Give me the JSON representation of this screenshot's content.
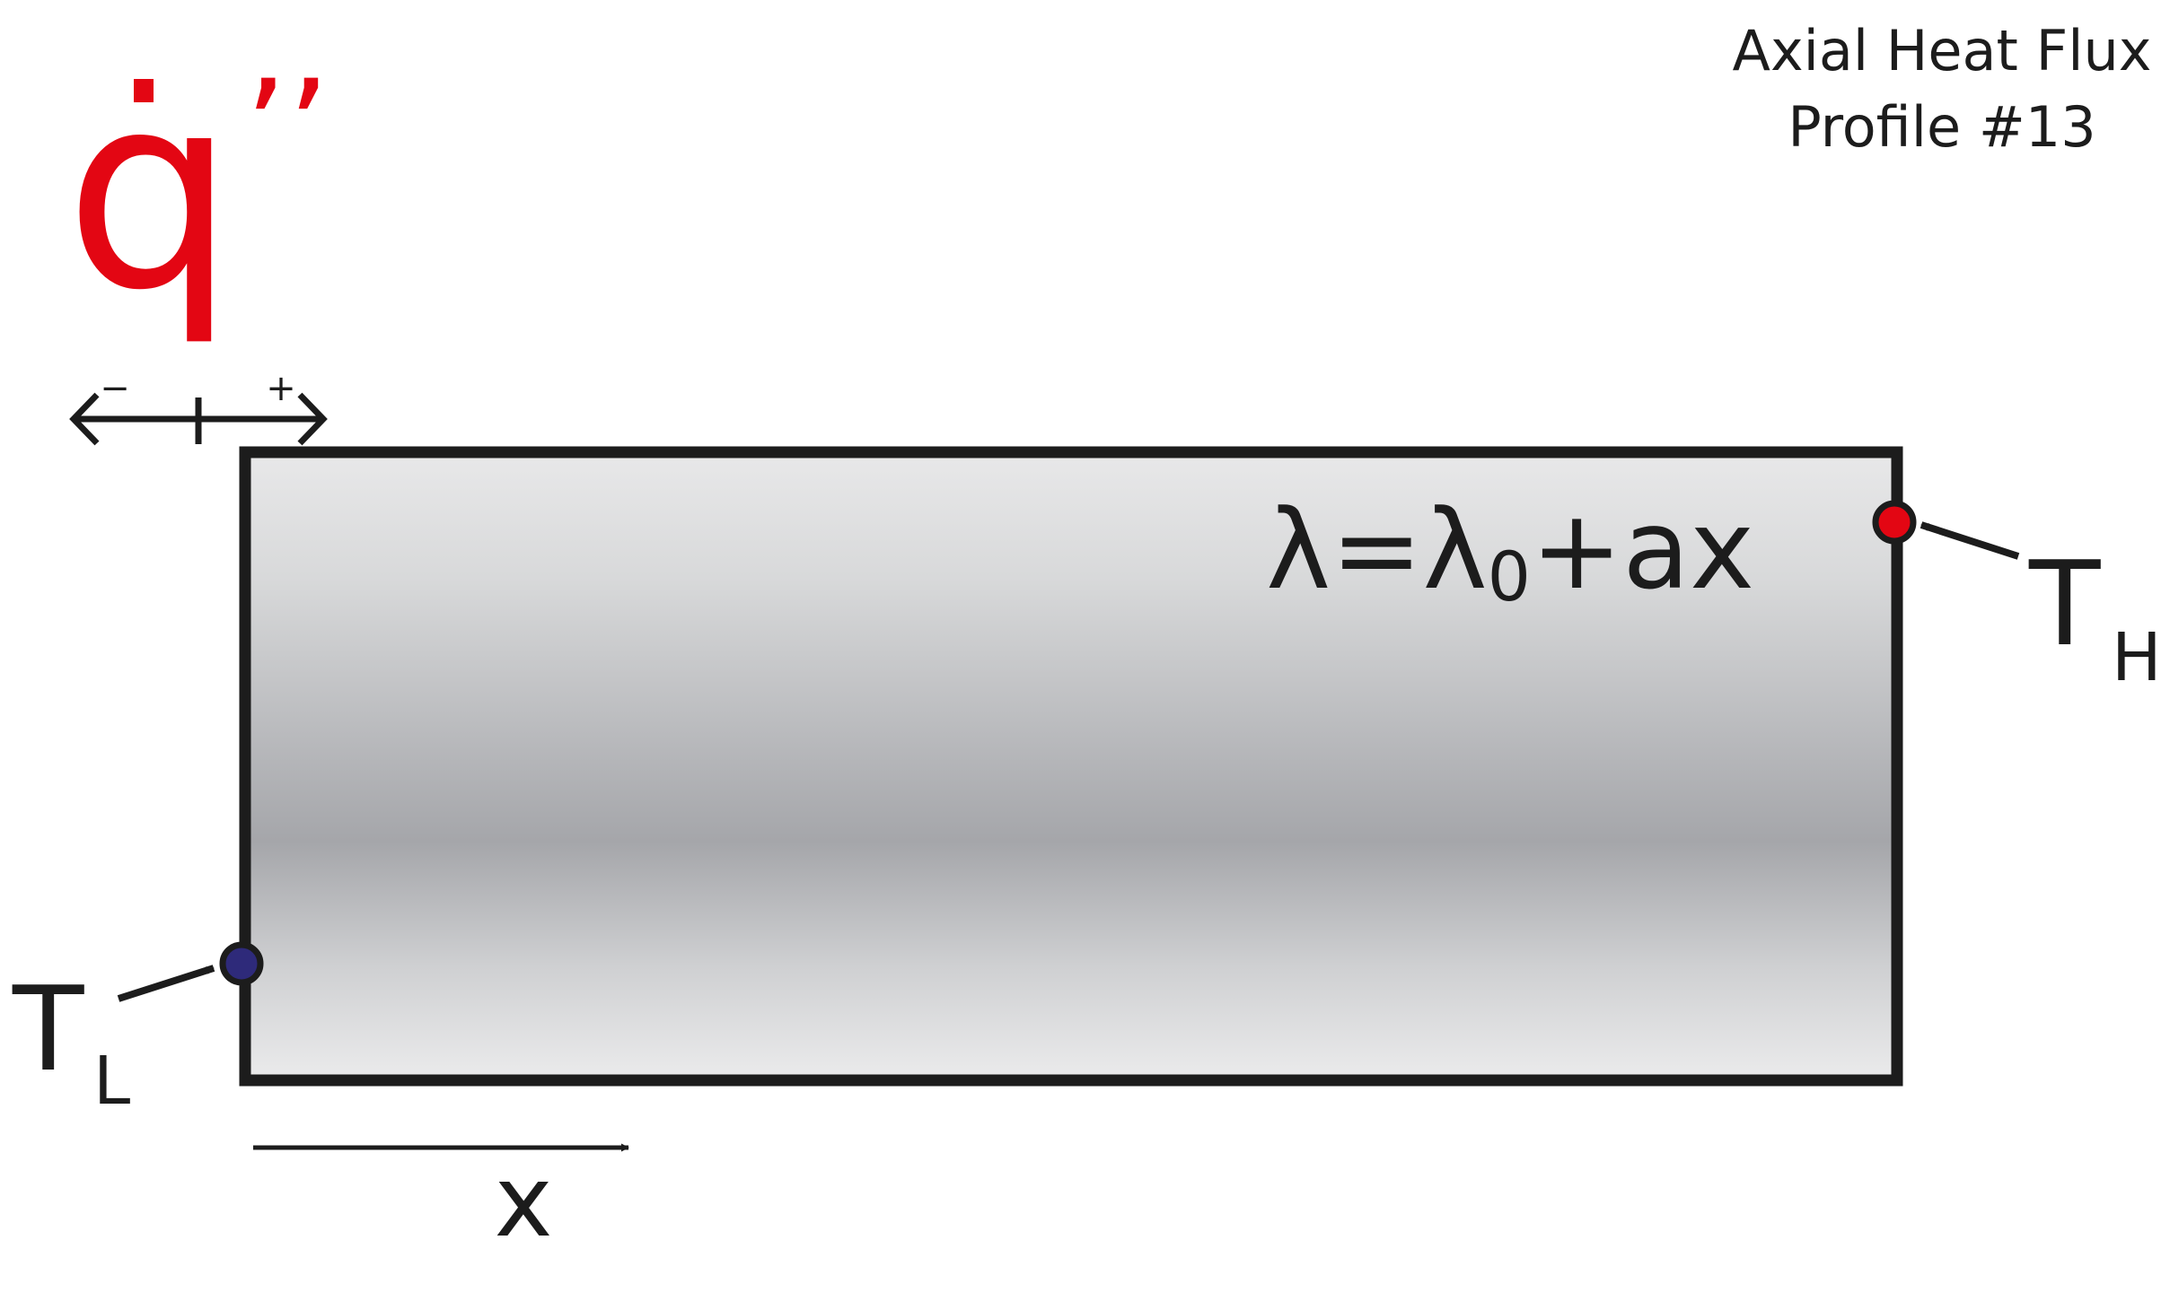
{
  "title": {
    "line1": "Axial Heat Flux",
    "line2": "Profile #13"
  },
  "heat_flux": {
    "symbol": "q",
    "primes": "’’",
    "color": "#e30613",
    "minus_sign": "−",
    "plus_sign": "+"
  },
  "equation": {
    "lambda": "λ",
    "equals": "=",
    "lambda2": "λ",
    "subscript": "0",
    "tail": "+ax"
  },
  "hot_end": {
    "main": "T",
    "subscript": "H",
    "dot_color": "#e30613"
  },
  "cold_end": {
    "main": "T",
    "subscript": "L",
    "dot_color": "#2e2a7a"
  },
  "x_axis": {
    "label": "x"
  },
  "colors": {
    "outline": "#1c1c1c",
    "bar_light": "#e8e8e9",
    "bar_dark": "#a5a6aa"
  }
}
